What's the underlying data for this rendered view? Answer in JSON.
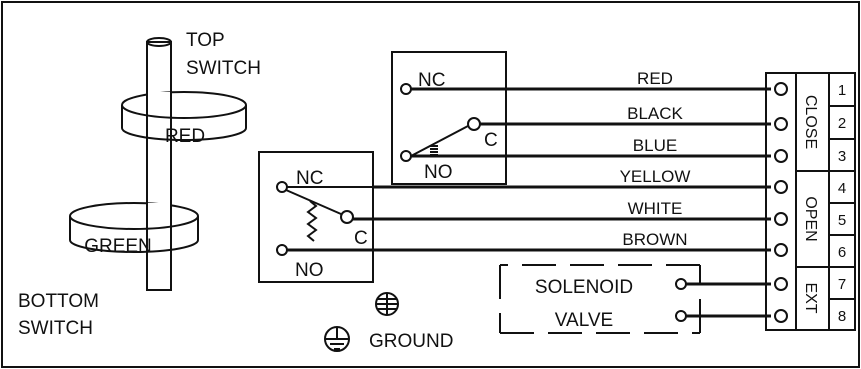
{
  "switch_assembly": {
    "top_label_line1": "TOP",
    "top_label_line2": "SWITCH",
    "top_cam_label": "RED",
    "bottom_cam_label": "GREEN",
    "bottom_label_line1": "BOTTOM",
    "bottom_label_line2": "SWITCH"
  },
  "top_switch": {
    "nc": "NC",
    "c": "C",
    "no": "NO"
  },
  "bottom_switch": {
    "nc": "NC",
    "c": "C",
    "no": "NO"
  },
  "wires": [
    "RED",
    "BLACK",
    "BLUE",
    "YELLOW",
    "WHITE",
    "BROWN"
  ],
  "solenoid": {
    "line1": "SOLENOID",
    "line2": "VALVE"
  },
  "ground_label": "GROUND",
  "terminal_numbers": [
    "1",
    "2",
    "3",
    "4",
    "5",
    "6",
    "7",
    "8"
  ],
  "terminal_groups": [
    "CLOSE",
    "OPEN",
    "EXT"
  ]
}
